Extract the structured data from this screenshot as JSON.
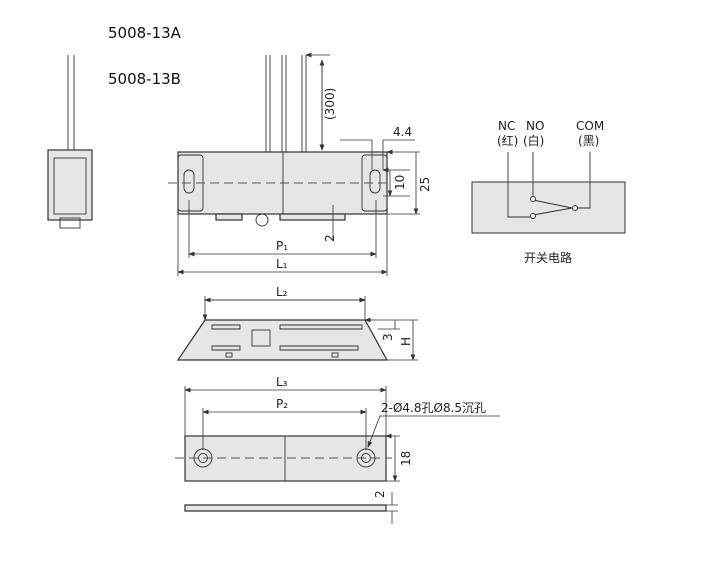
{
  "models": {
    "a": "5008-13A",
    "b": "5008-13B"
  },
  "dims": {
    "lead": "(300)",
    "gap": "4.4",
    "slot": "10",
    "width": "25",
    "offset": "2",
    "p1": "P₁",
    "l1": "L₁",
    "l2": "L₂",
    "step": "3",
    "h": "H",
    "l3": "L₃",
    "p2": "P₂",
    "holes": "2-Ø4.8孔Ø8.5沉孔",
    "width2": "18",
    "thick": "2"
  },
  "circuit": {
    "nc": "NC",
    "no": "NO",
    "com": "COM",
    "nc_color": "(红)",
    "no_color": "(白)",
    "com_color": "(黑)",
    "caption": "开关电路"
  }
}
